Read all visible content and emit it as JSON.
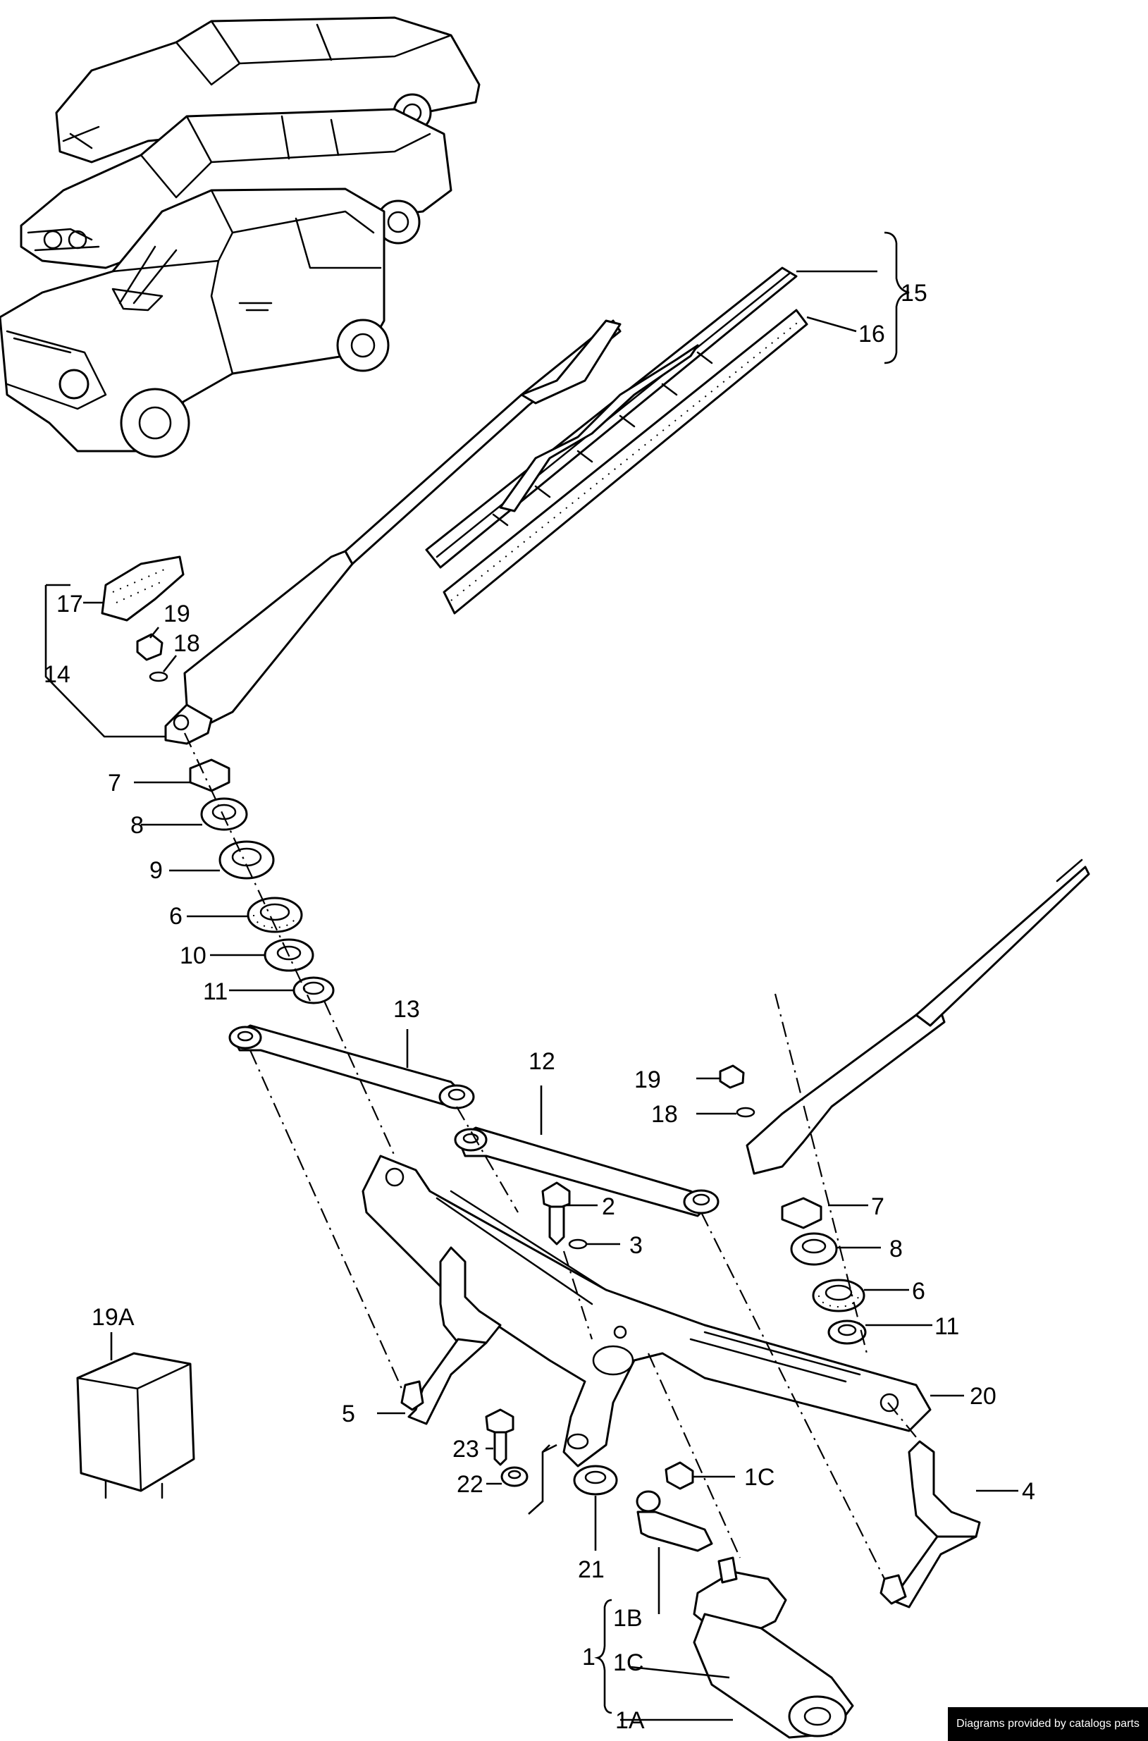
{
  "callouts": [
    {
      "key": "c15",
      "text": "15"
    },
    {
      "key": "c16",
      "text": "16"
    },
    {
      "key": "c17",
      "text": "17"
    },
    {
      "key": "c19",
      "text": "19"
    },
    {
      "key": "c18",
      "text": "18"
    },
    {
      "key": "c14",
      "text": "14"
    },
    {
      "key": "c7",
      "text": "7"
    },
    {
      "key": "c8",
      "text": "8"
    },
    {
      "key": "c9",
      "text": "9"
    },
    {
      "key": "c6",
      "text": "6"
    },
    {
      "key": "c10",
      "text": "10"
    },
    {
      "key": "c11",
      "text": "11"
    },
    {
      "key": "c13",
      "text": "13"
    },
    {
      "key": "c12",
      "text": "12"
    },
    {
      "key": "c19b",
      "text": "19"
    },
    {
      "key": "c18b",
      "text": "18"
    },
    {
      "key": "c7b",
      "text": "7"
    },
    {
      "key": "c2",
      "text": "2"
    },
    {
      "key": "c3",
      "text": "3"
    },
    {
      "key": "c8b",
      "text": "8"
    },
    {
      "key": "c6b",
      "text": "6"
    },
    {
      "key": "c11b",
      "text": "11"
    },
    {
      "key": "c19A",
      "text": "19A"
    },
    {
      "key": "c20",
      "text": "20"
    },
    {
      "key": "c5",
      "text": "5"
    },
    {
      "key": "c23",
      "text": "23"
    },
    {
      "key": "c22",
      "text": "22"
    },
    {
      "key": "c1C",
      "text": "1C"
    },
    {
      "key": "c4",
      "text": "4"
    },
    {
      "key": "c21",
      "text": "21"
    },
    {
      "key": "c1B",
      "text": "1B"
    },
    {
      "key": "c1Cb",
      "text": "1C"
    },
    {
      "key": "c1",
      "text": "1"
    },
    {
      "key": "c1A",
      "text": "1A"
    }
  ],
  "credit": "Diagrams provided by catalogs parts"
}
